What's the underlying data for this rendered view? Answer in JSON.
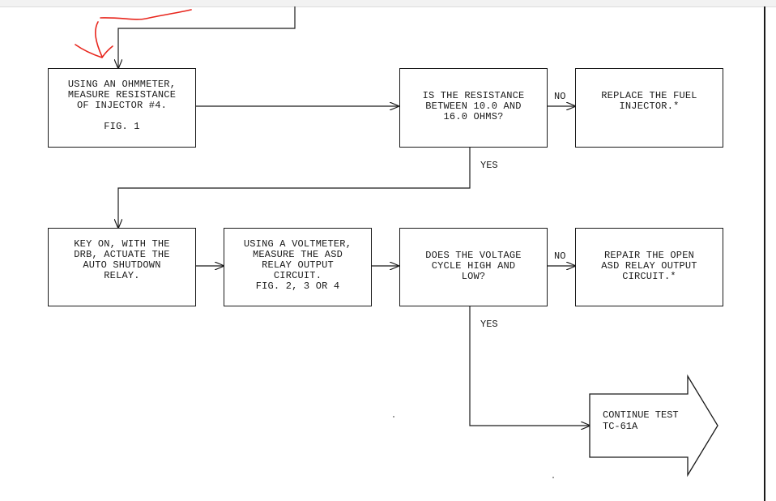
{
  "boxes": {
    "measure_injector": "USING AN OHMMETER,\nMEASURE RESISTANCE\nOF INJECTOR #4.\n\nFIG. 1",
    "resistance_check": "IS THE RESISTANCE\nBETWEEN 10.0 AND\n16.0 OHMS?",
    "replace_injector": "REPLACE THE FUEL\nINJECTOR.*",
    "key_on": "KEY ON, WITH THE\nDRB, ACTUATE THE\nAUTO SHUTDOWN\nRELAY.",
    "voltmeter": "USING A VOLTMETER,\nMEASURE THE ASD\nRELAY OUTPUT\nCIRCUIT.\nFIG. 2, 3 OR 4",
    "voltage_check": "DOES THE VOLTAGE\nCYCLE HIGH AND\nLOW?",
    "repair_circuit": "REPAIR THE OPEN\nASD RELAY OUTPUT\nCIRCUIT.*"
  },
  "labels": {
    "no_1": "NO",
    "yes_1": "YES",
    "no_2": "NO",
    "yes_2": "YES"
  },
  "terminal": {
    "text": "CONTINUE TEST\nTC-61A"
  },
  "colors": {
    "ink": "#1a1a1a",
    "annotation": "#e8261d"
  }
}
